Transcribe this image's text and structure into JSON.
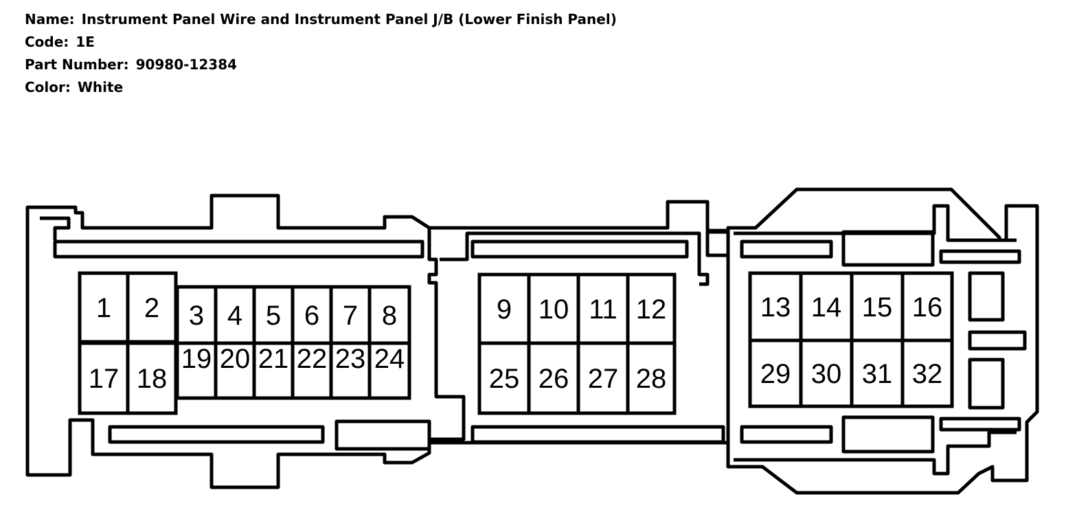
{
  "header": {
    "name_label": "Name:",
    "name_value": "Instrument Panel Wire and Instrument Panel J/B (Lower Finish Panel)",
    "code_label": "Code:",
    "code_value": "1E",
    "part_label": "Part Number:",
    "part_value": "90980-12384",
    "color_label": "Color:",
    "color_value": "White"
  },
  "connector": {
    "pins": [
      "1",
      "2",
      "3",
      "4",
      "5",
      "6",
      "7",
      "8",
      "9",
      "10",
      "11",
      "12",
      "13",
      "14",
      "15",
      "16",
      "17",
      "18",
      "19",
      "20",
      "21",
      "22",
      "23",
      "24",
      "25",
      "26",
      "27",
      "28",
      "29",
      "30",
      "31",
      "32"
    ]
  },
  "colors": {
    "line": "#000000",
    "background": "#ffffff"
  }
}
